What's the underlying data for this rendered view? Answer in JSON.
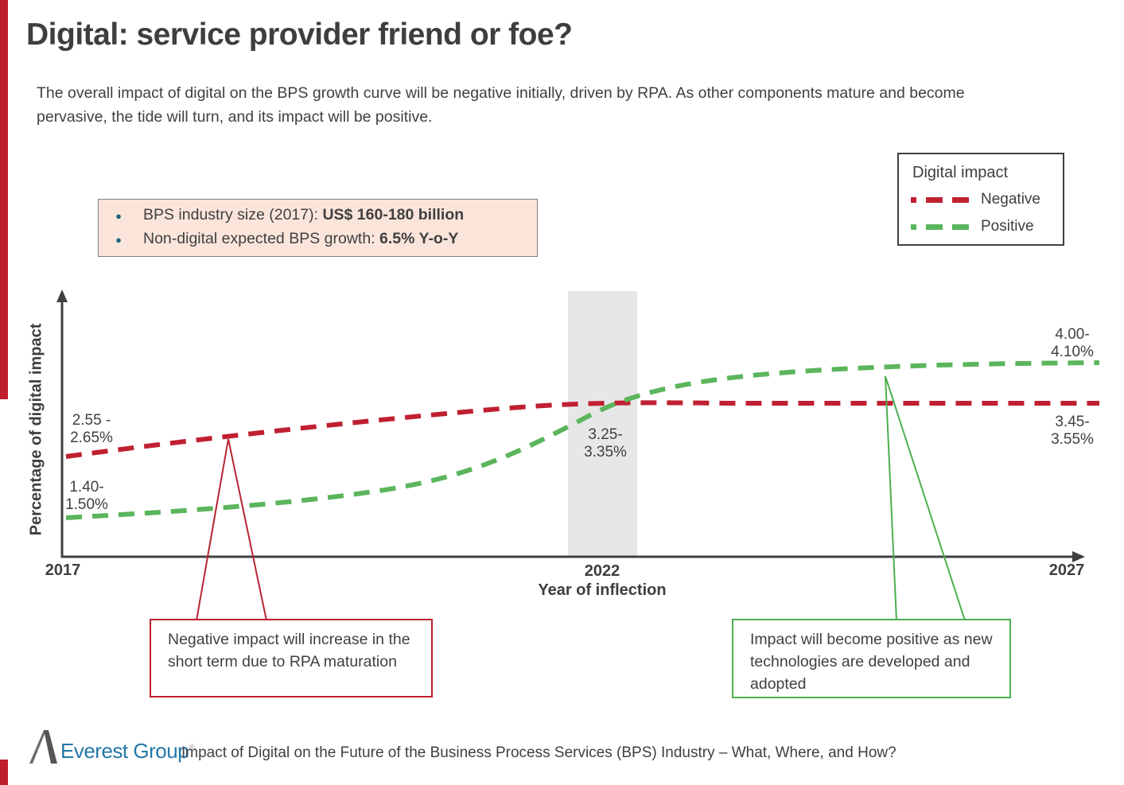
{
  "header": {
    "title": "Digital: service provider friend or foe?",
    "subtitle": "The overall impact of digital on the BPS growth curve will be negative initially, driven by RPA. As other components mature and become pervasive, the tide will turn, and its impact will be positive."
  },
  "accent_color": "#BE1E2D",
  "legend": {
    "title": "Digital impact",
    "items": [
      {
        "label": "Negative",
        "color": "#C02031"
      },
      {
        "label": "Positive",
        "color": "#5BB55C"
      }
    ]
  },
  "info_box": {
    "background": "#FBE5DB",
    "bullet_color": "#1F6482",
    "items": [
      {
        "label": "BPS industry size (2017): ",
        "value": "US$ 160-180 billion"
      },
      {
        "label": "Non-digital expected BPS growth: ",
        "value": "6.5% Y-o-Y"
      }
    ]
  },
  "chart": {
    "ylabel": "Percentage of digital impact",
    "xlabel": "Year of inflection",
    "ticks": {
      "start": "2017",
      "inflection": "2022",
      "end": "2027"
    },
    "labels": {
      "negative_start": "2.55 -\n2.65%",
      "positive_start": "1.40-\n1.50%",
      "crossover": "3.25-\n3.35%",
      "positive_end": "4.00-\n4.10%",
      "negative_end": "3.45-\n3.55%"
    }
  },
  "callouts": {
    "negative": "Negative impact will increase in the short term due to RPA maturation",
    "positive": "Impact will become positive as new technologies are developed and adopted"
  },
  "footer": {
    "logo_text": "Everest Group",
    "reg_mark": "®",
    "caption": "Impact of Digital on the Future of the Business Process Services (BPS) Industry – What, Where, and How?"
  },
  "chart_data": {
    "type": "line",
    "title": "Digital: service provider friend or foe?",
    "xlabel": "Year of inflection",
    "ylabel": "Percentage of digital impact",
    "x_ticks": [
      "2017",
      "2022",
      "2027"
    ],
    "grid": false,
    "legend_position": "top-right",
    "legend_title": "Digital impact",
    "series": [
      {
        "name": "Negative",
        "color": "#C02031",
        "style": "dashed",
        "shape": "slowly rising then flat after 2022",
        "x": [
          2017,
          2022,
          2027
        ],
        "y_pct_range": [
          [
            2.55,
            2.65
          ],
          [
            3.25,
            3.35
          ],
          [
            3.45,
            3.55
          ]
        ],
        "point_labels": [
          "2.55 - 2.65%",
          "3.25-3.35%",
          "3.45-3.55%"
        ]
      },
      {
        "name": "Positive",
        "color": "#5BB55C",
        "style": "dashed",
        "shape": "flat then S-curve rise crossing Negative at 2022, plateau by 2027",
        "x": [
          2017,
          2022,
          2027
        ],
        "y_pct_range": [
          [
            1.4,
            1.5
          ],
          [
            3.25,
            3.35
          ],
          [
            4.0,
            4.1
          ]
        ],
        "point_labels": [
          "1.40-1.50%",
          "3.25-3.35%",
          "4.00-4.10%"
        ]
      }
    ],
    "inflection_band": {
      "x": "2022",
      "label": "Year of inflection",
      "crossover_value": "3.25-3.35%",
      "band_color": "#E7E7E7"
    },
    "annotations": [
      {
        "target": "Negative",
        "text": "Negative impact will increase in the short term due to RPA maturation"
      },
      {
        "target": "Positive",
        "text": "Impact will become positive as new technologies are developed and adopted"
      }
    ]
  }
}
